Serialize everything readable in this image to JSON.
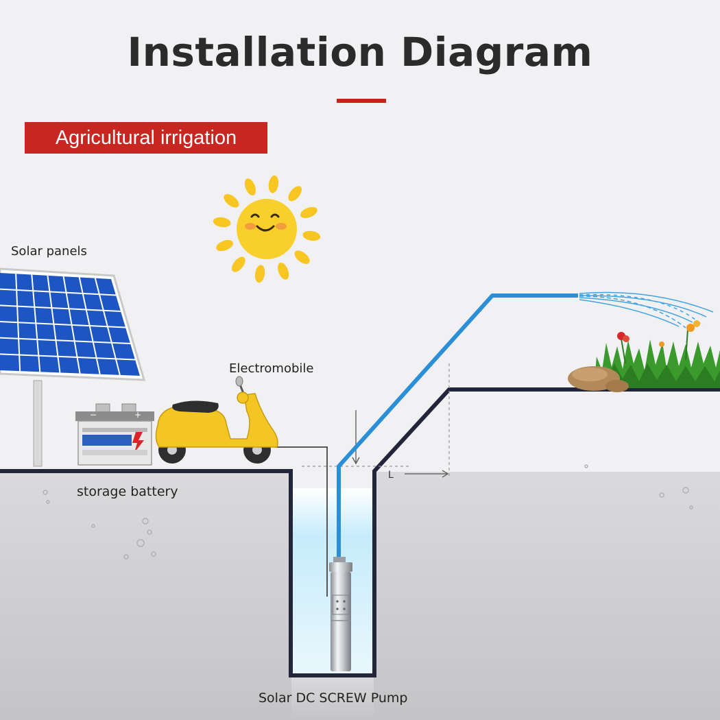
{
  "title": "Installation Diagram",
  "tag": "Agricultural irrigation",
  "labels": {
    "solar_panels": "Solar panels",
    "electromobile": "Electromobile",
    "storage_battery": "storage battery",
    "pump": "Solar DC SCREW Pump",
    "distance": "L"
  },
  "colors": {
    "accent": "#c82620",
    "pipe": "#2b8fd8",
    "ground": "#cfcfd1",
    "outline": "#23263a",
    "sun": "#f7c622",
    "scooter": "#f3c623",
    "panel": "#1f57c4",
    "water": "#bfe6f7",
    "grass": "#3a9a2c"
  }
}
